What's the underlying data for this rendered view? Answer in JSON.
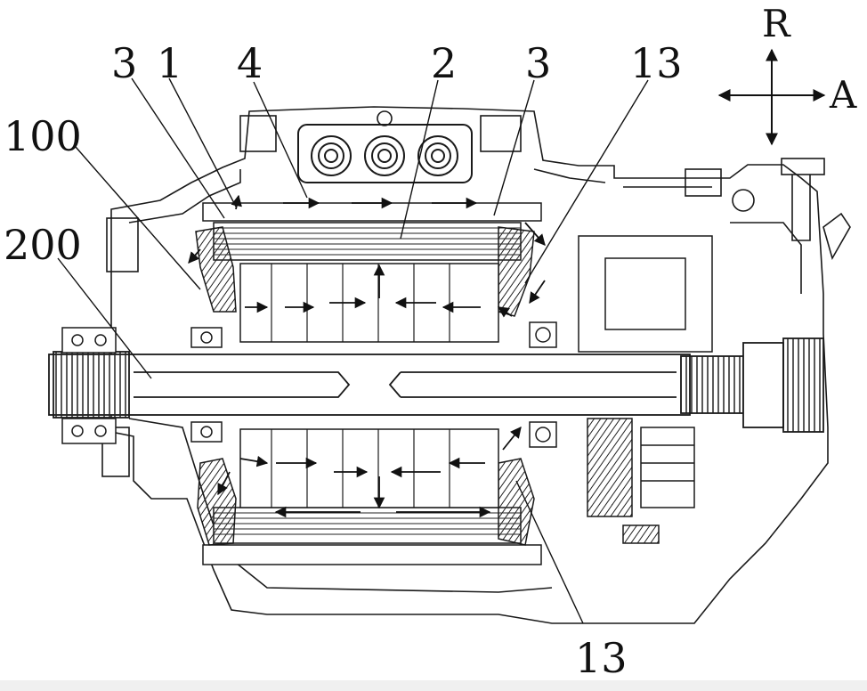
{
  "callouts": {
    "c3_left": "3",
    "c1": "1",
    "c4": "4",
    "c2": "2",
    "c3_right": "3",
    "c13_top": "13",
    "c100": "100",
    "c200": "200",
    "c13_bottom": "13"
  },
  "axes": {
    "radial": "R",
    "axial": "A"
  },
  "colors": {
    "line": "#1a1a1a",
    "fill": "#ffffff",
    "background": "#ffffff",
    "hatch": "#333333"
  }
}
